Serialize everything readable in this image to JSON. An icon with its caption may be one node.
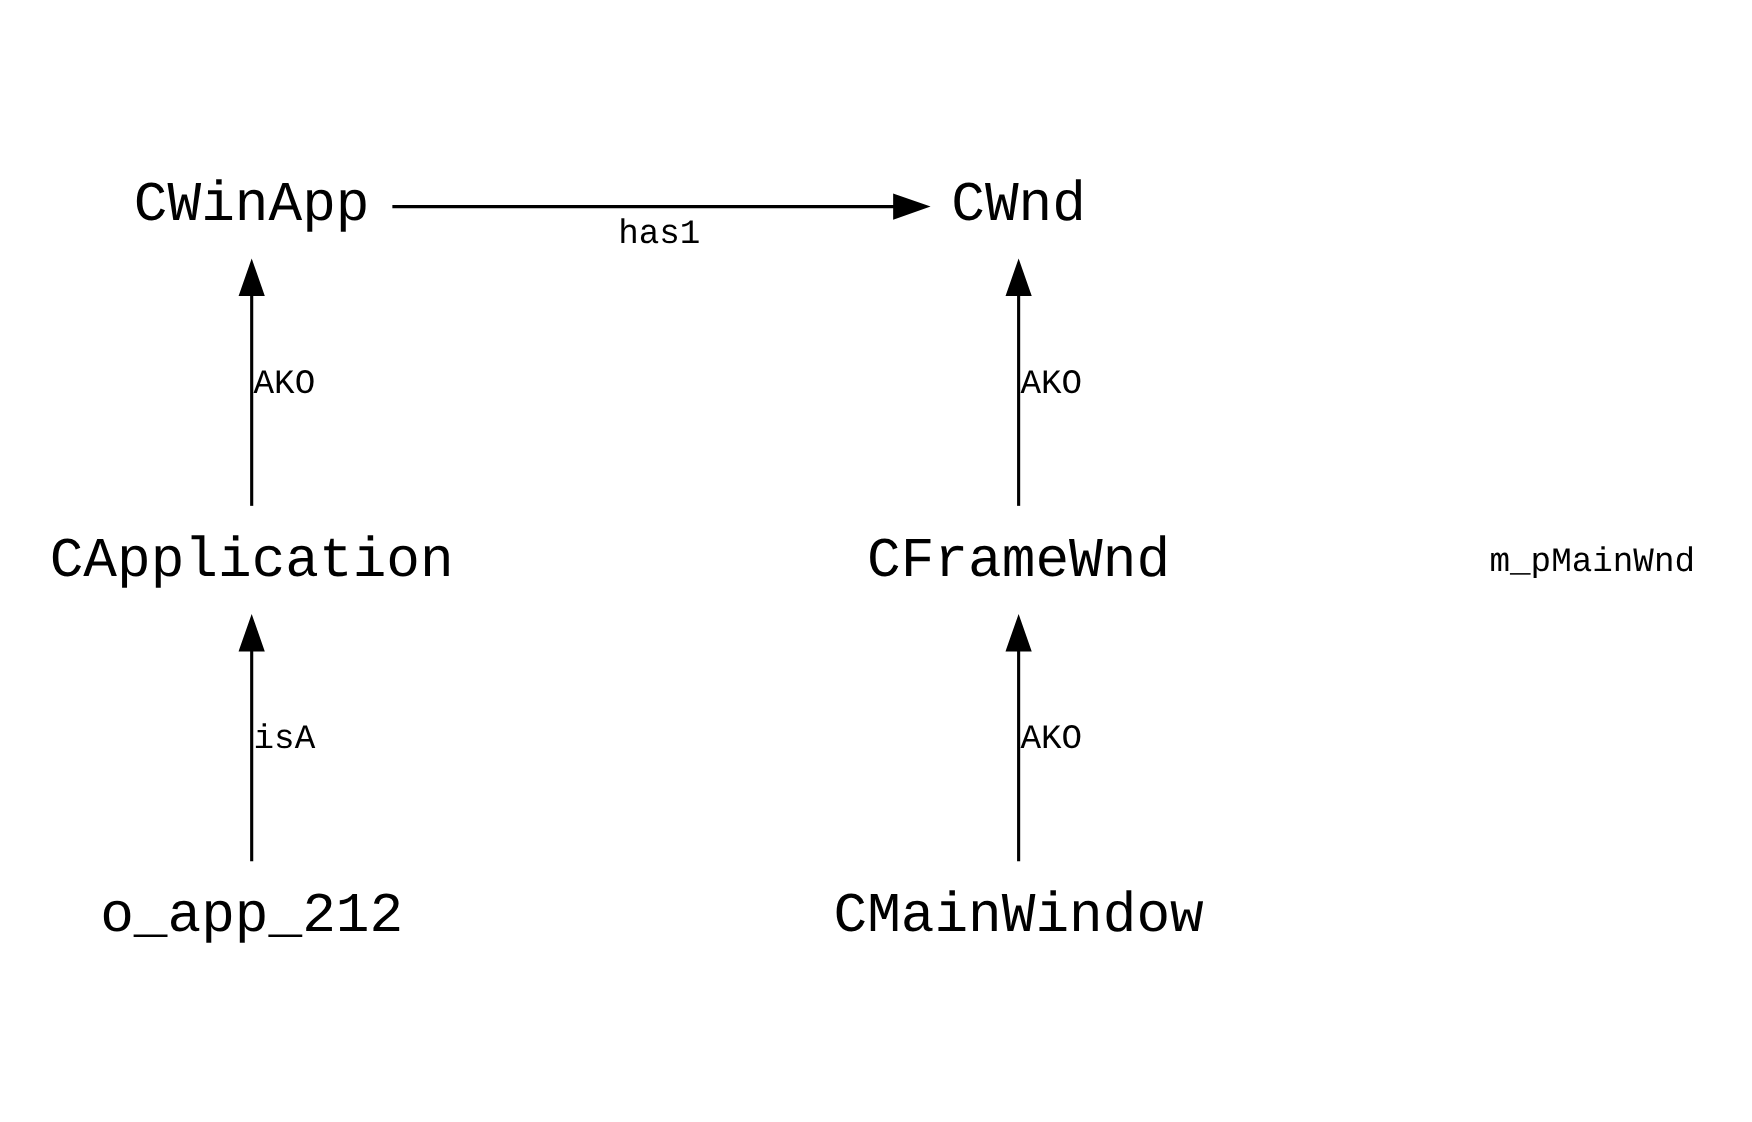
{
  "diagram": {
    "nodes": [
      {
        "text": [
          "CWinApp"
        ]
      },
      {
        "text": [
          "CWnd"
        ]
      },
      {
        "text": [
          "CApplication"
        ]
      },
      {
        "text": [
          "o_app_212"
        ]
      },
      {
        "text": [
          "CFrameWnd"
        ]
      },
      {
        "text": [
          "CMainWindow"
        ]
      }
    ],
    "edges": [
      {
        "from": 0,
        "to": 1,
        "arrow": "to",
        "label": "has1"
      },
      {
        "from": 2,
        "to": 0,
        "arrow": "to",
        "label": "AKO"
      },
      {
        "from": 4,
        "to": 1,
        "arrow": "to",
        "label": "AKO"
      },
      {
        "from": 3,
        "to": 2,
        "arrow": "to",
        "label": "isA"
      },
      {
        "from": 5,
        "to": 4,
        "arrow": "to",
        "label": "AKO"
      }
    ],
    "labels": [
      "m_pMainWnd"
    ]
  }
}
